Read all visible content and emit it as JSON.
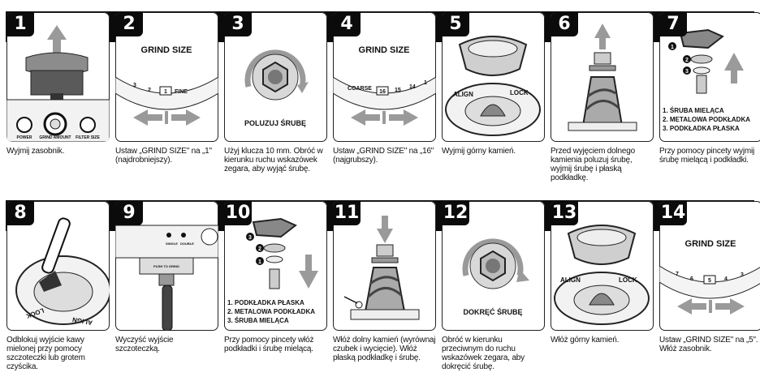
{
  "steps": [
    {
      "number": "1",
      "caption": "Wyjmij zasobnik.",
      "labels": {
        "power": "POWER",
        "grind_amount": "GRIND AMOUNT",
        "filter_size": "FILTER SIZE"
      }
    },
    {
      "number": "2",
      "caption": "Ustaw „GRIND SIZE\" na „1\" (najdrobniejszy).",
      "labels": {
        "title": "GRIND SIZE",
        "tick3": "3",
        "tick2": "2",
        "tick1": "1",
        "fine": "FINE"
      }
    },
    {
      "number": "3",
      "caption": "Użyj klucza 10 mm. Obróć w kierunku ruchu wskazówek zegara, aby wyjąć śrubę.",
      "labels": {
        "text": "POLUZUJ ŚRUBĘ"
      }
    },
    {
      "number": "4",
      "caption": "Ustaw „GRIND SIZE\" na „16\" (najgrubszy).",
      "labels": {
        "title": "GRIND SIZE",
        "coarse": "COARSE",
        "t16": "16",
        "t15": "15",
        "t14": "14",
        "t1": "1"
      }
    },
    {
      "number": "5",
      "caption": "Wyjmij górny kamień.",
      "labels": {
        "align": "ALIGN",
        "lock": "LOCK"
      }
    },
    {
      "number": "6",
      "caption": "Przed wyjęciem dolnego kamienia poluzuj śrubę, wyjmij śrubę i płaską podkładkę.",
      "labels": {}
    },
    {
      "number": "7",
      "caption": "Przy pomocy pincety wyjmij śrubę mielącą i podkładki.",
      "labels": {
        "l1": "1. ŚRUBA MIELĄCA",
        "l2": "2. METALOWA PODKŁADKA",
        "l3": "3. PODKŁADKA PŁASKA",
        "b1": "1",
        "b2": "2",
        "b3": "3"
      }
    },
    {
      "number": "8",
      "caption": "Odblokuj wyjście kawy mielonej przy pomocy szczoteczki lub grotem czyścika.",
      "labels": {
        "lock": "LOCK",
        "align": "ALIGN"
      }
    },
    {
      "number": "9",
      "caption": "Wyczyść wyjście szczoteczką.",
      "labels": {
        "single": "SINGLE",
        "double": "DOUBLE",
        "push": "PUSH TO GRIND"
      }
    },
    {
      "number": "10",
      "caption": "Przy pomocy pincety włóż podkładki i śrubę mielącą.",
      "labels": {
        "l1": "1. PODKŁADKA PŁASKA",
        "l2": "2. METALOWA PODKŁADKA",
        "l3": "3. ŚRUBA MIELĄCA",
        "b1": "1",
        "b2": "2",
        "b3": "3"
      }
    },
    {
      "number": "11",
      "caption": "Włóż dolny kamień (wyrównaj czubek i wycięcie). Włóż płaską podkładkę i śrubę.",
      "labels": {}
    },
    {
      "number": "12",
      "caption": "Obróć w kierunku przeciwnym do ruchu wskazówek zegara, aby dokręcić śrubę.",
      "labels": {
        "text": "DOKRĘĆ ŚRUBĘ"
      }
    },
    {
      "number": "13",
      "caption": "Włóż górny kamień.",
      "labels": {
        "align": "ALIGN",
        "lock": "LOCK"
      }
    },
    {
      "number": "14",
      "caption": "Ustaw „GRIND SIZE\" na „5\". Włóż zasobnik.",
      "labels": {
        "title": "GRIND SIZE",
        "t7": "7",
        "t6": "6",
        "t5": "5",
        "t4": "4",
        "t3": "3"
      }
    }
  ],
  "colors": {
    "dark": "#0b0b0b",
    "arrow": "#9a9a9a",
    "highlight": "#e6e6e6"
  }
}
